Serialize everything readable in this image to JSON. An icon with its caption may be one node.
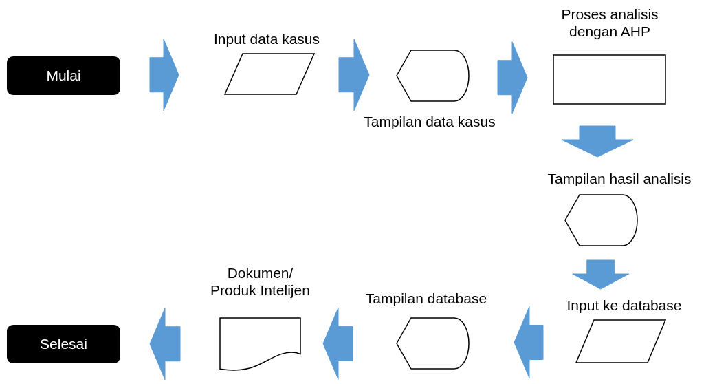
{
  "diagram": {
    "nodes": [
      {
        "text": [
          "Mulai"
        ]
      },
      {
        "text": [
          "Input data kasus"
        ]
      },
      {
        "text": [
          "Tampilan data kasus"
        ]
      },
      {
        "text": [
          "Proses analisis dengan AHP"
        ]
      },
      {
        "text": [
          "Tampilan hasil analisis"
        ]
      },
      {
        "text": [
          "Input ke database"
        ]
      },
      {
        "text": [
          "Tampilan database"
        ]
      },
      {
        "text": [
          "Dokumen/ Produk Intelijen"
        ]
      },
      {
        "text": [
          "Selesai"
        ]
      }
    ],
    "edges": [
      {
        "from": 0,
        "to": 1,
        "arrow": "to"
      },
      {
        "from": 1,
        "to": 2,
        "arrow": "to"
      },
      {
        "from": 2,
        "to": 3,
        "arrow": "to"
      },
      {
        "from": 3,
        "to": 4,
        "arrow": "to"
      },
      {
        "from": 4,
        "to": 5,
        "arrow": "to"
      },
      {
        "from": 5,
        "to": 6,
        "arrow": "to"
      },
      {
        "from": 6,
        "to": 7,
        "arrow": "to"
      },
      {
        "from": 7,
        "to": 8,
        "arrow": "to"
      }
    ]
  }
}
